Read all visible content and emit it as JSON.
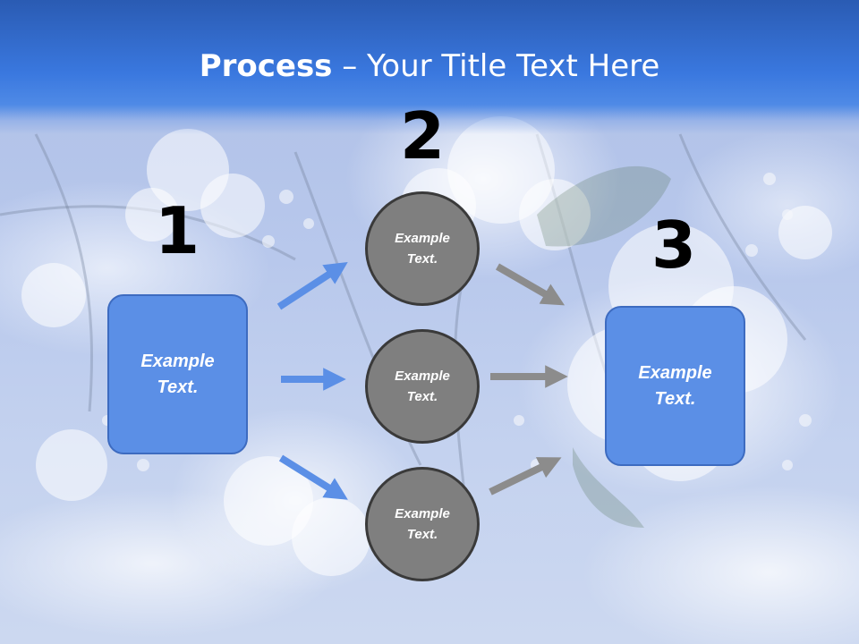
{
  "slide": {
    "title_bold": "Process",
    "title_rest": " – Your Title Text Here"
  },
  "steps": {
    "one": {
      "number": "1",
      "text": "Example Text."
    },
    "two": {
      "number": "2",
      "circles": [
        "Example Text.",
        "Example Text.",
        "Example Text."
      ]
    },
    "three": {
      "number": "3",
      "text": "Example Text."
    }
  },
  "colors": {
    "header": "#3a78df",
    "box_fill": "#5b8fe6",
    "box_border": "#3d6bc0",
    "circle_fill": "#7f7f7f",
    "circle_border": "#3a3a3a",
    "arrow_blue": "#5b8fe6",
    "arrow_gray": "#8c8c8c"
  }
}
